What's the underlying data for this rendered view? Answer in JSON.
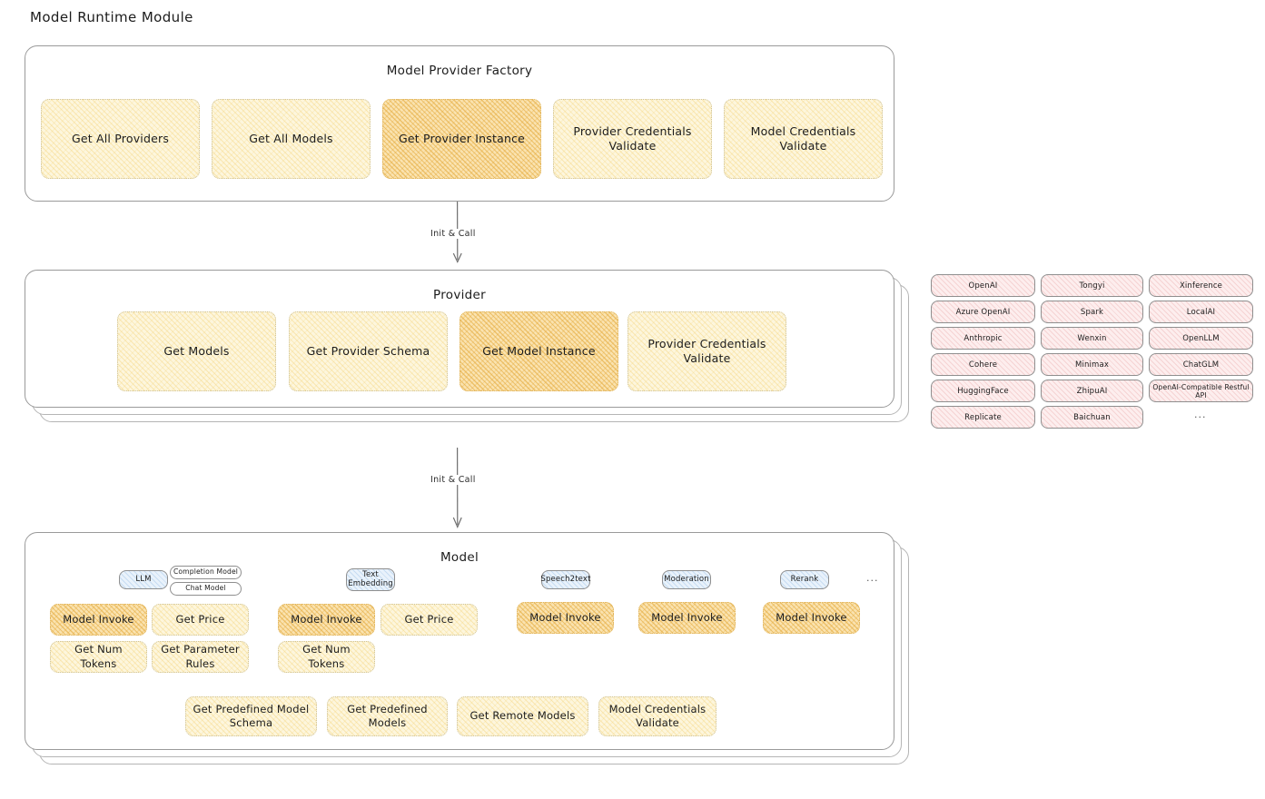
{
  "page": {
    "title": "Model Runtime Module"
  },
  "factory": {
    "title": "Model Provider Factory",
    "methods": [
      {
        "label": "Get All Providers",
        "highlight": false
      },
      {
        "label": "Get All Models",
        "highlight": false
      },
      {
        "label": "Get Provider Instance",
        "highlight": true
      },
      {
        "label": "Provider Credentials Validate",
        "highlight": false
      },
      {
        "label": "Model Credentials Validate",
        "highlight": false
      }
    ]
  },
  "arrows": [
    {
      "label": "Init & Call"
    },
    {
      "label": "Init & Call"
    }
  ],
  "provider": {
    "title": "Provider",
    "methods": [
      {
        "label": "Get Models",
        "highlight": false
      },
      {
        "label": "Get Provider Schema",
        "highlight": false
      },
      {
        "label": "Get Model Instance",
        "highlight": true
      },
      {
        "label": "Provider Credentials Validate",
        "highlight": false
      }
    ]
  },
  "provider_list": {
    "columns": [
      [
        "OpenAI",
        "Azure OpenAI",
        "Anthropic",
        "Cohere",
        "HuggingFace",
        "Replicate"
      ],
      [
        "Tongyi",
        "Spark",
        "Wenxin",
        "Minimax",
        "ZhipuAI",
        "Baichuan"
      ],
      [
        "Xinference",
        "LocalAI",
        "OpenLLM",
        "ChatGLM",
        "OpenAI-Compatible Restful API"
      ]
    ],
    "more": "..."
  },
  "model": {
    "title": "Model",
    "more": "...",
    "types": [
      {
        "badge": "LLM",
        "sub_badges": [
          "Completion Model",
          "Chat Model"
        ],
        "methods": [
          {
            "label": "Model Invoke",
            "highlight": true
          },
          {
            "label": "Get Price",
            "highlight": false
          },
          {
            "label": "Get Num Tokens",
            "highlight": false
          },
          {
            "label": "Get Parameter Rules",
            "highlight": false
          }
        ]
      },
      {
        "badge": "Text Embedding",
        "sub_badges": [],
        "methods": [
          {
            "label": "Model Invoke",
            "highlight": true
          },
          {
            "label": "Get Price",
            "highlight": false
          },
          {
            "label": "Get Num Tokens",
            "highlight": false
          }
        ]
      },
      {
        "badge": "Speech2text",
        "sub_badges": [],
        "methods": [
          {
            "label": "Model Invoke",
            "highlight": true
          }
        ]
      },
      {
        "badge": "Moderation",
        "sub_badges": [],
        "methods": [
          {
            "label": "Model Invoke",
            "highlight": true
          }
        ]
      },
      {
        "badge": "Rerank",
        "sub_badges": [],
        "methods": [
          {
            "label": "Model Invoke",
            "highlight": true
          }
        ]
      }
    ],
    "shared_methods": [
      {
        "label": "Get Predefined Model Schema"
      },
      {
        "label": "Get Predefined Models"
      },
      {
        "label": "Get Remote Models"
      },
      {
        "label": "Model Credentials Validate"
      }
    ]
  }
}
